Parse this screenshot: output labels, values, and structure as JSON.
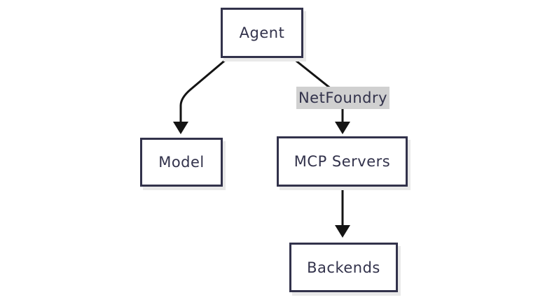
{
  "diagram": {
    "type": "flowchart",
    "direction": "top-down",
    "nodes": [
      {
        "id": "agent",
        "label": "Agent"
      },
      {
        "id": "model",
        "label": "Model"
      },
      {
        "id": "mcp",
        "label": "MCP Servers"
      },
      {
        "id": "backends",
        "label": "Backends"
      }
    ],
    "edges": [
      {
        "from": "agent",
        "to": "model",
        "label": ""
      },
      {
        "from": "agent",
        "to": "mcp",
        "label": "NetFoundry"
      },
      {
        "from": "mcp",
        "to": "backends",
        "label": ""
      }
    ]
  },
  "colors": {
    "node-border": "#32324b",
    "node-text": "#32324b",
    "node-fill": "#ffffff",
    "edge-stroke": "#141414",
    "edge-label-bg": "#d0d0d0",
    "shadow": "#e9e9e9",
    "canvas-bg": "#ffffff"
  }
}
